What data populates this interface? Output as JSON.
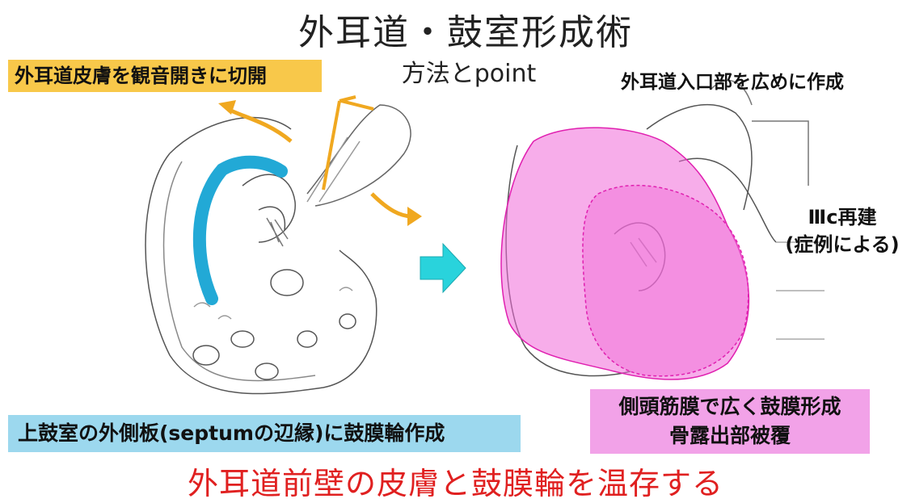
{
  "title": "外耳道・鼓室形成術",
  "subtitle": "方法とpoint",
  "labels": {
    "skin_incision": "外耳道皮膚を観音開きに切開",
    "canal_entrance": "外耳道入口部を広めに作成",
    "reconstruction_line1": "Ⅲc再建",
    "reconstruction_line2": "(症例による)",
    "septum": "上鼓室の外側板(septumの辺縁)に鼓膜輪作成",
    "fascia_line1": "側頭筋膜で広く鼓膜形成",
    "fascia_line2": "骨露出部被覆"
  },
  "footer": "外耳道前壁の皮膚と鼓膜輪を温存する",
  "colors": {
    "yellow_box": "#f8c84a",
    "blue_box": "#9cd8ee",
    "pink_box": "#f2a2e8",
    "footer_text": "#e02020",
    "arrow": "#29d3dc",
    "blue_highlight": "#22a9d6",
    "pink_overlay": "#f06ad8",
    "orange_arrow": "#f0a820"
  }
}
